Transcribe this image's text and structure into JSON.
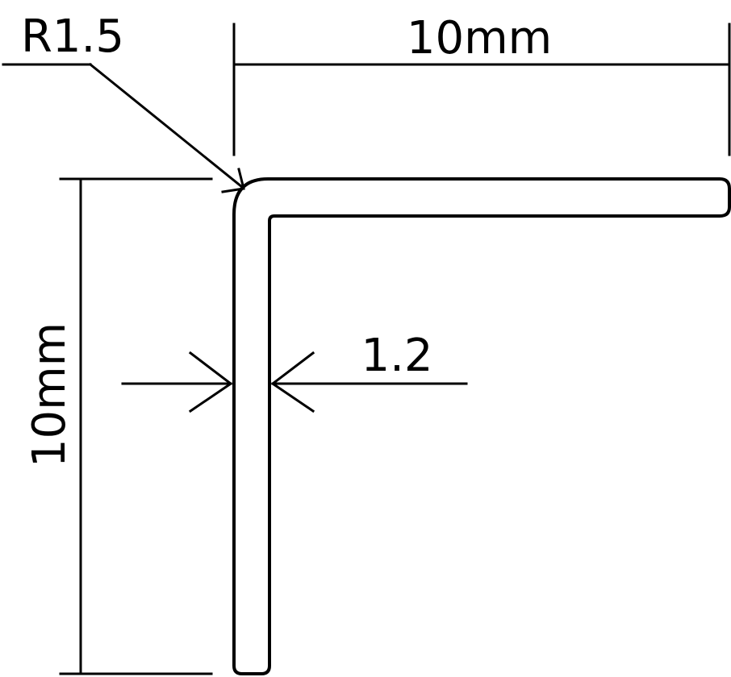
{
  "dimensions": {
    "radius_label": "R1.5",
    "width_label": "10mm",
    "height_label": "10mm",
    "thickness_label": "1.2"
  },
  "colors": {
    "stroke": "#000000",
    "background": "#ffffff"
  }
}
